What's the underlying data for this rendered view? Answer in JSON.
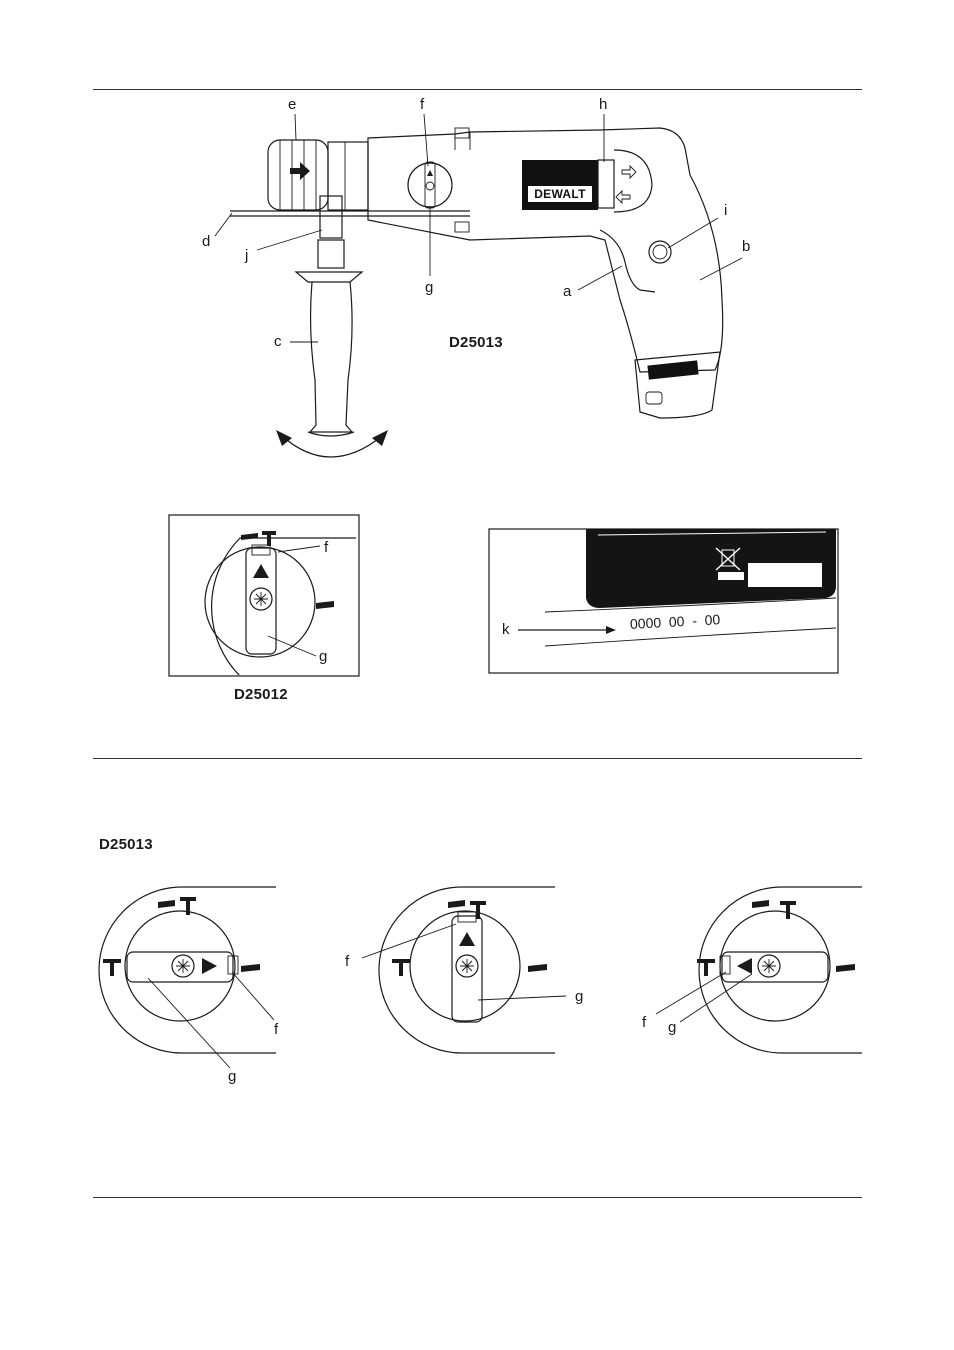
{
  "top_figure": {
    "model": "D25013",
    "labels": {
      "a": "a",
      "b": "b",
      "c": "c",
      "d": "d",
      "e": "e",
      "f": "f",
      "g": "g",
      "h": "h",
      "i": "i",
      "j": "j"
    },
    "brand": "DEWALT"
  },
  "inset_selector": {
    "model": "D25012",
    "label_f": "f",
    "label_g": "g"
  },
  "inset_plate": {
    "label_k": "k",
    "serial": "0000  00  -  00"
  },
  "bottom_section": {
    "model": "D25013",
    "dial1": {
      "label_f": "f",
      "label_g": "g"
    },
    "dial2": {
      "label_f": "f",
      "label_g": "g"
    },
    "dial3": {
      "label_f": "f",
      "label_g": "g"
    }
  }
}
